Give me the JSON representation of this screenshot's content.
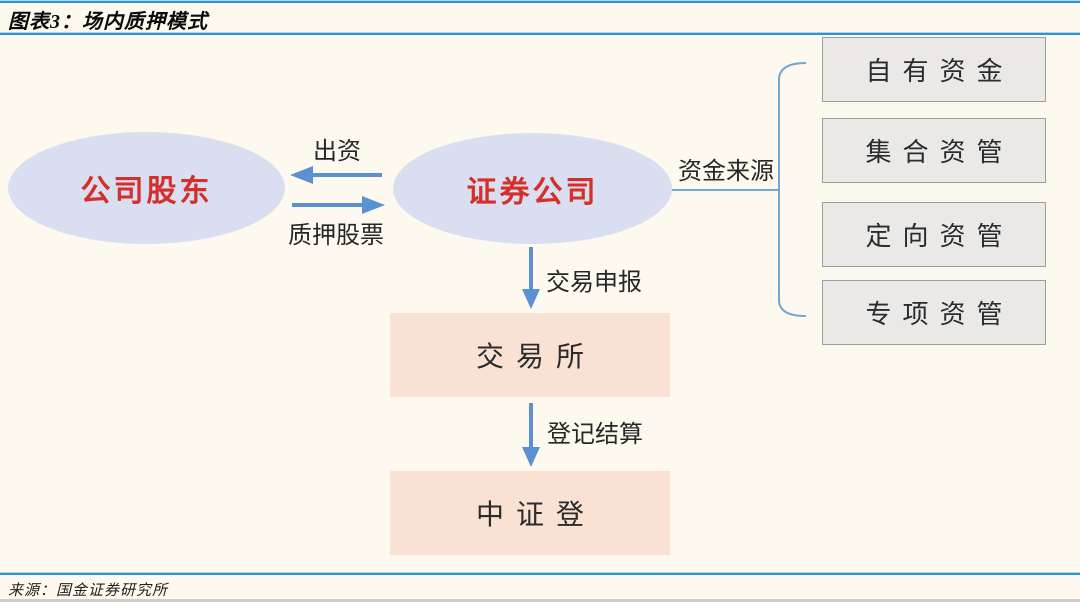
{
  "figure": {
    "title": "图表3：场内质押模式",
    "source": "来源：国金证券研究所"
  },
  "nodes": {
    "shareholder": "公司股东",
    "securities_firm": "证券公司",
    "exchange": "交易所",
    "csdc": "中证登"
  },
  "funding": [
    "自有资金",
    "集合资管",
    "定向资管",
    "专项资管"
  ],
  "labels": {
    "capital": "出资",
    "pledge_stock": "质押股票",
    "funding_source": "资金来源",
    "trade_declaration": "交易申报",
    "registration_settlement": "登记结算"
  },
  "colors": {
    "background": "#FEF9EE",
    "rule_blue": "#2E93CC",
    "ellipse_fill": "#D9DFF1",
    "node_text_red": "#D42F2B",
    "arrow_blue": "#5B91D2",
    "bracket_blue": "#70A7D7",
    "gray_box_fill": "#EAE9E7",
    "gray_box_border": "#9E9E9E",
    "pink_box_fill": "#F9E2D4"
  }
}
